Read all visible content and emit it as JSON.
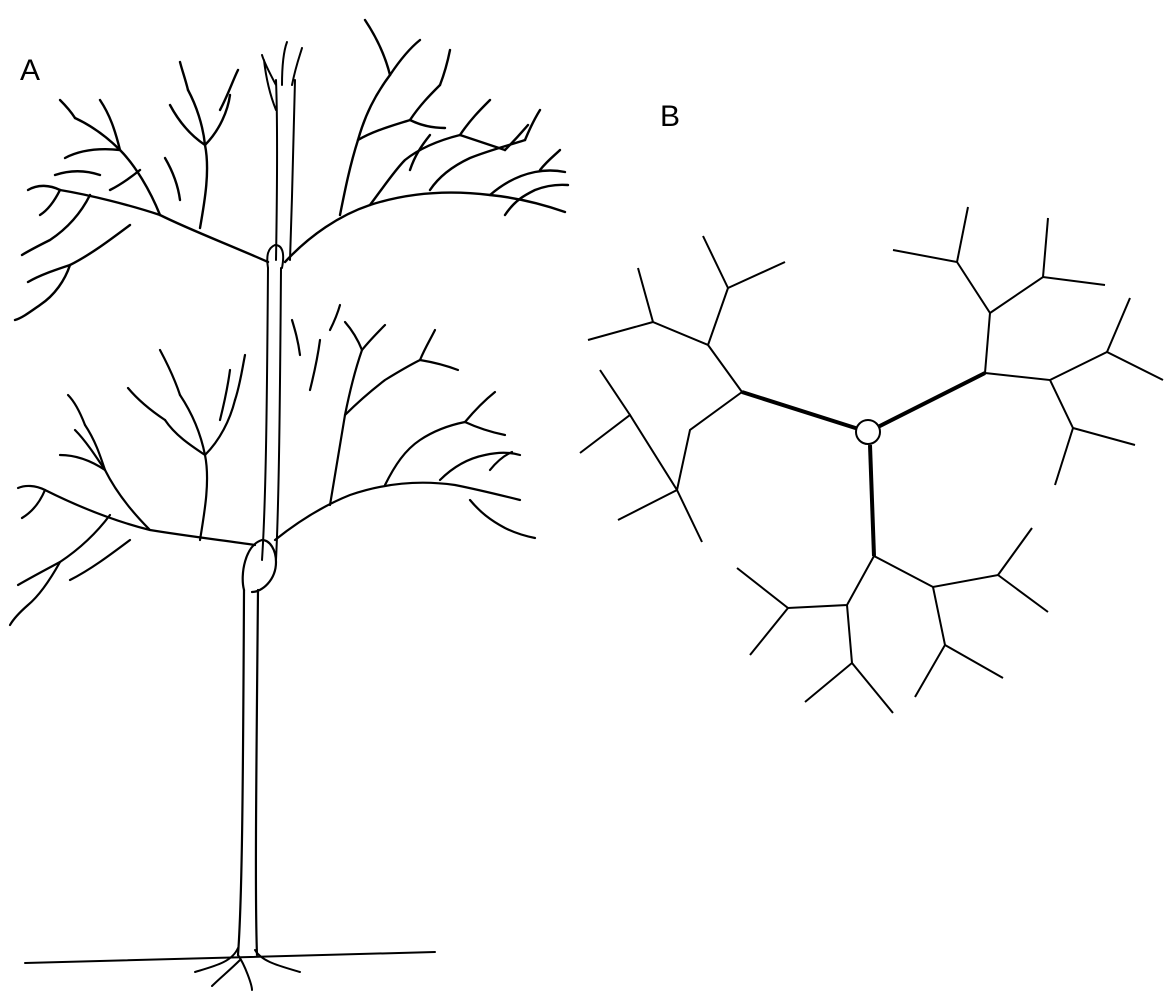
{
  "figure": {
    "panels": [
      {
        "label": "A",
        "depicts": "branching-tree-drawing"
      },
      {
        "label": "B",
        "depicts": "branching-tree-schematic-top-view"
      }
    ],
    "colors": {
      "ink": "#000000",
      "paper": "#ffffff"
    }
  }
}
